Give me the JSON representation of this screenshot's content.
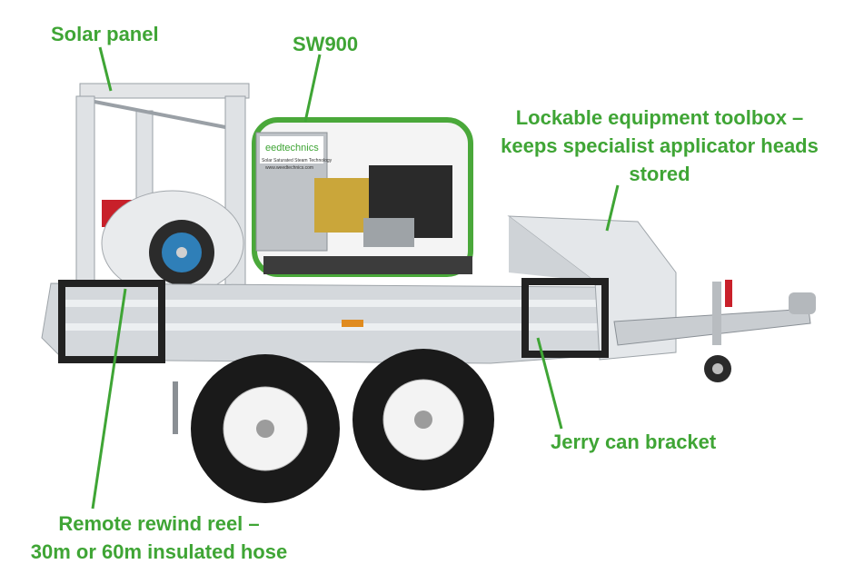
{
  "labels": {
    "solar_panel": "Solar panel",
    "sw900": "SW900",
    "toolbox": [
      "Lockable equipment toolbox –",
      "keeps specialist applicator heads",
      "stored"
    ],
    "jerry_can": "Jerry can bracket",
    "reel": [
      "Remote rewind reel –",
      "30m or 60m insulated hose"
    ]
  },
  "unit_brand": [
    "eedtechnics",
    "Solar Saturated Steam Technology",
    "www.weedtechnics.com"
  ],
  "colors": {
    "label_green": "#3fa535",
    "unit_green": "#4aa83a",
    "aluminium": "#d6d9dc",
    "tyre": "#1a1a1a"
  }
}
